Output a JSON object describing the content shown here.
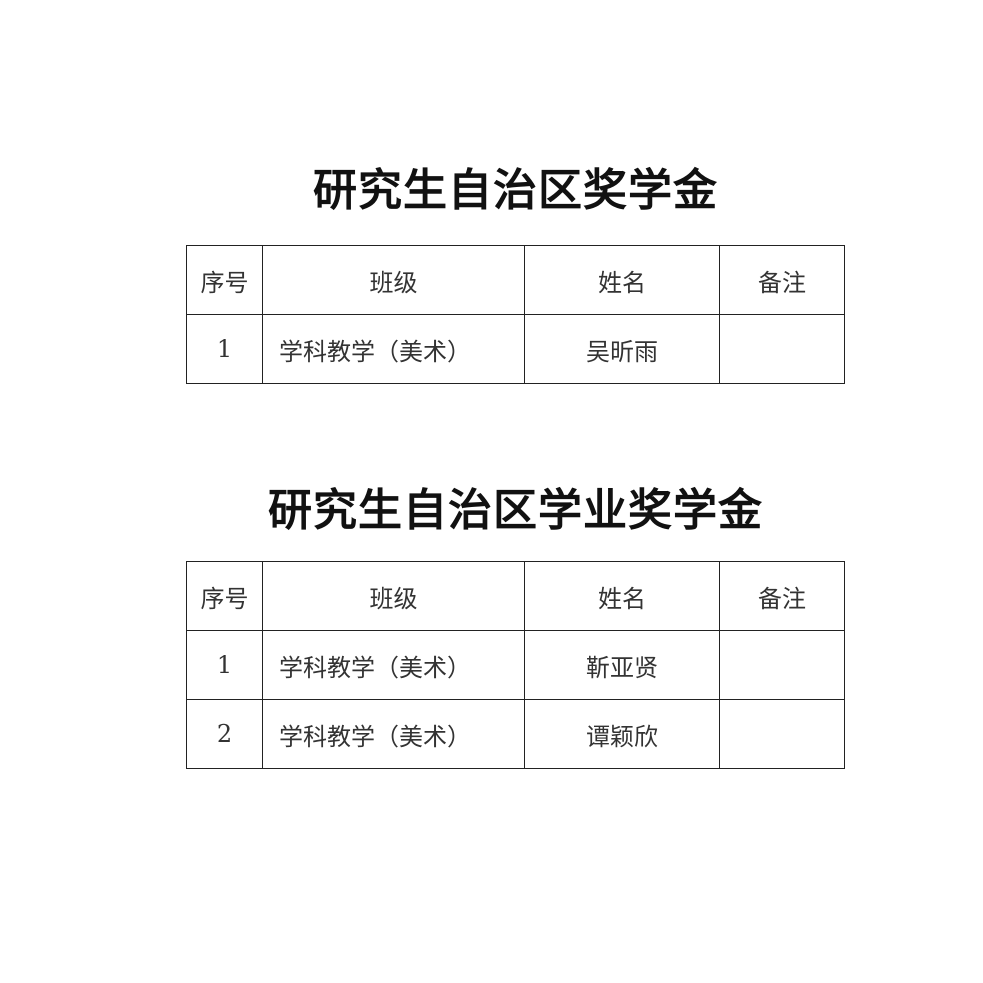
{
  "sections": [
    {
      "title": "研究生自治区奖学金",
      "columns": [
        "序号",
        "班级",
        "姓名",
        "备注"
      ],
      "rows": [
        {
          "index": "1",
          "class": "学科教学（美术）",
          "name": "吴昕雨",
          "note": ""
        }
      ]
    },
    {
      "title": "研究生自治区学业奖学金",
      "columns": [
        "序号",
        "班级",
        "姓名",
        "备注"
      ],
      "rows": [
        {
          "index": "1",
          "class": "学科教学（美术）",
          "name": "靳亚贤",
          "note": ""
        },
        {
          "index": "2",
          "class": "学科教学（美术）",
          "name": "谭颖欣",
          "note": ""
        }
      ]
    }
  ],
  "colors": {
    "text": "#333333",
    "title": "#111111",
    "border": "#222222",
    "background": "#ffffff"
  }
}
